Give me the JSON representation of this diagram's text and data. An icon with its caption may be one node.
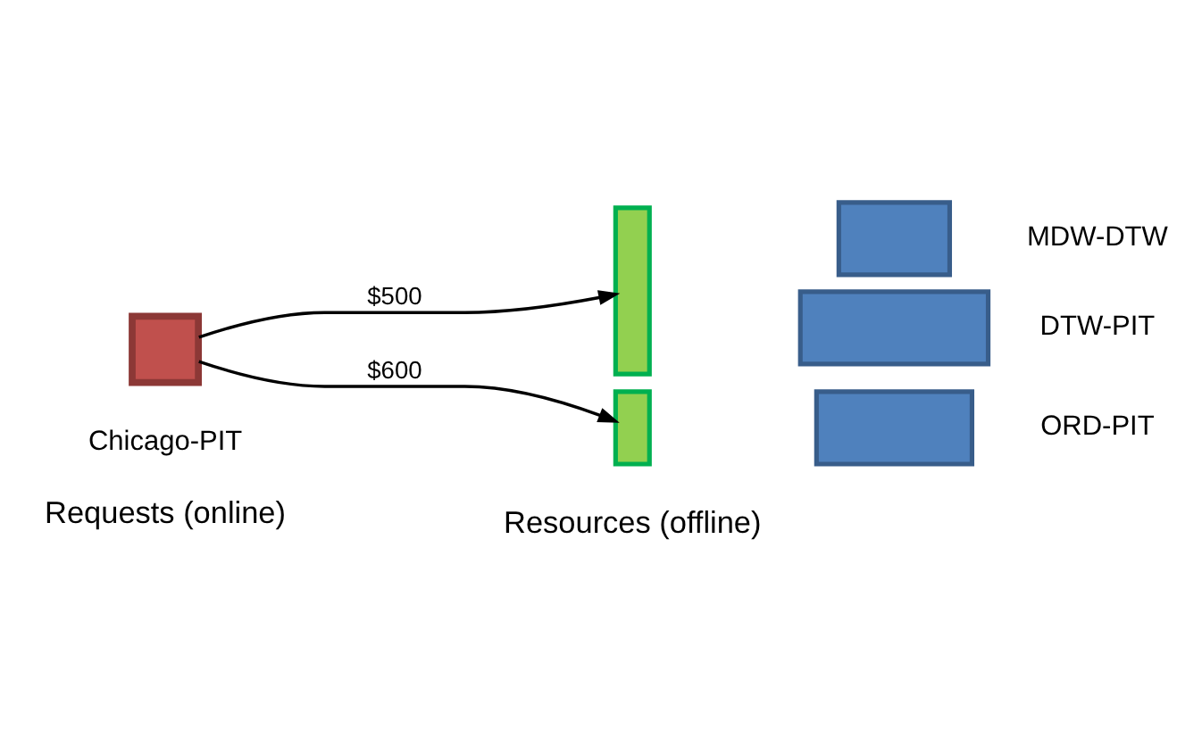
{
  "diagram": {
    "nodes": [
      {
        "text": [],
        "shape": "box",
        "beside": [
          "Chicago-PIT"
        ]
      },
      {
        "text": [],
        "shape": "bar"
      },
      {
        "text": [],
        "shape": "bar",
        "beside": [
          "MDW-DTW"
        ]
      },
      {
        "text": [],
        "shape": "bar",
        "beside": [
          "DTW-PIT"
        ]
      },
      {
        "text": [],
        "shape": "bar"
      },
      {
        "text": [],
        "shape": "bar",
        "beside": [
          "ORD-PIT"
        ]
      }
    ],
    "edges": [
      {
        "from": 0,
        "to": 1,
        "arrow": "to",
        "label": "$500"
      },
      {
        "from": 0,
        "to": 4,
        "arrow": "to",
        "label": "$600"
      }
    ],
    "labels": [
      "Requests (online)",
      "Resources (offline)"
    ]
  }
}
